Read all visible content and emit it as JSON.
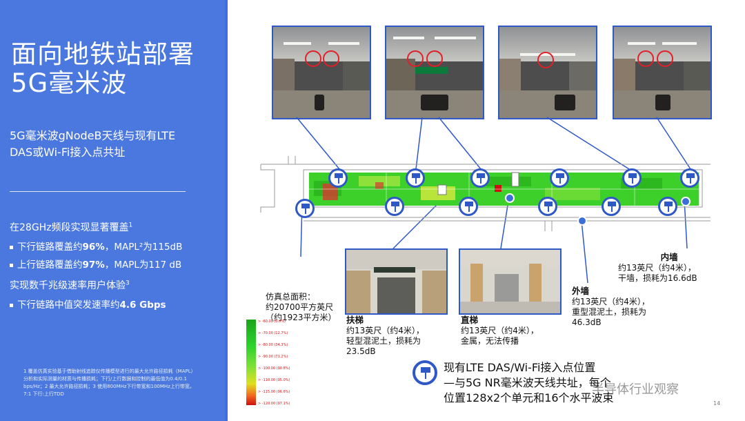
{
  "title_lines": [
    "面向地铁站部署",
    "5G毫米波"
  ],
  "subtitle_lines": [
    "5G毫米波gNodeB天线与现有LTE",
    "DAS或Wi-Fi接入点共址"
  ],
  "section1": {
    "text": "在28GHz频段实现显著覆盖",
    "sup": "1"
  },
  "bullet1": {
    "pre": "下行链路覆盖约",
    "bold": "96%",
    "post": "，MAPL²为115dB"
  },
  "bullet2": {
    "pre": "上行链路覆盖约",
    "bold": "97%",
    "post": "，MAPL为117 dB"
  },
  "section2": {
    "text": "实现数千兆级速率用户体验",
    "sup": "3"
  },
  "bullet3": {
    "pre": "下行链路中值突发速率约",
    "bold": "4.6 Gbps",
    "post": ""
  },
  "footnote": "1 覆盖仿真实验基于借助射线追踪仪传播模型进行的最大允许路径损耗（MAPL）分析和实际测量的材质与传播损耗；下行/上行数据和控制的最低值为0.4/0.1 bps/Hz；2 最大允许路径损耗；3 使用800MHz下行带宽和100MHz上行带宽，7:1 下行:上行TDD",
  "labels": {
    "sim_area": [
      "仿真总面积：",
      "约20700平方英尺",
      "（约1923平方米）"
    ],
    "escalator": {
      "title": "扶梯",
      "lines": [
        "约13英尺（约4米），",
        "轻型混泥土，损耗为",
        "23.5dB"
      ]
    },
    "elevator": {
      "title": "直梯",
      "lines": [
        "约13英尺（约4米），",
        "金属，无法传播"
      ]
    },
    "outer_wall": {
      "title": "外墙",
      "lines": [
        "约13英尺（约4米），",
        "重型混泥土，损耗为",
        "46.3dB"
      ]
    },
    "inner_wall": {
      "title": "内墙",
      "lines": [
        "约13英尺（约4米），",
        "干墙，损耗为16.6dB"
      ]
    }
  },
  "legend": [
    "> -60.00 (0.0%)",
    "> -70.00 (12.7%)",
    "> -80.00 (34.3%)",
    "> -90.00 (71.2%)",
    "> -100.00 (90.8%)",
    "> -110.00 (95.0%)",
    "> -115.00 (96.6%)",
    "> -120.00 (97.1%)"
  ],
  "bottom_note": [
    "现有LTE DAS/Wi-Fi接入点位置",
    "—与5G NR毫米波天线共址，每个",
    "位置128x2个单元和16个水平波束"
  ],
  "watermark": "半导体行业观察",
  "page_number": "14",
  "colors": {
    "panel": "#4a78de",
    "accent": "#2f58c7",
    "ring": "#e21f26"
  }
}
